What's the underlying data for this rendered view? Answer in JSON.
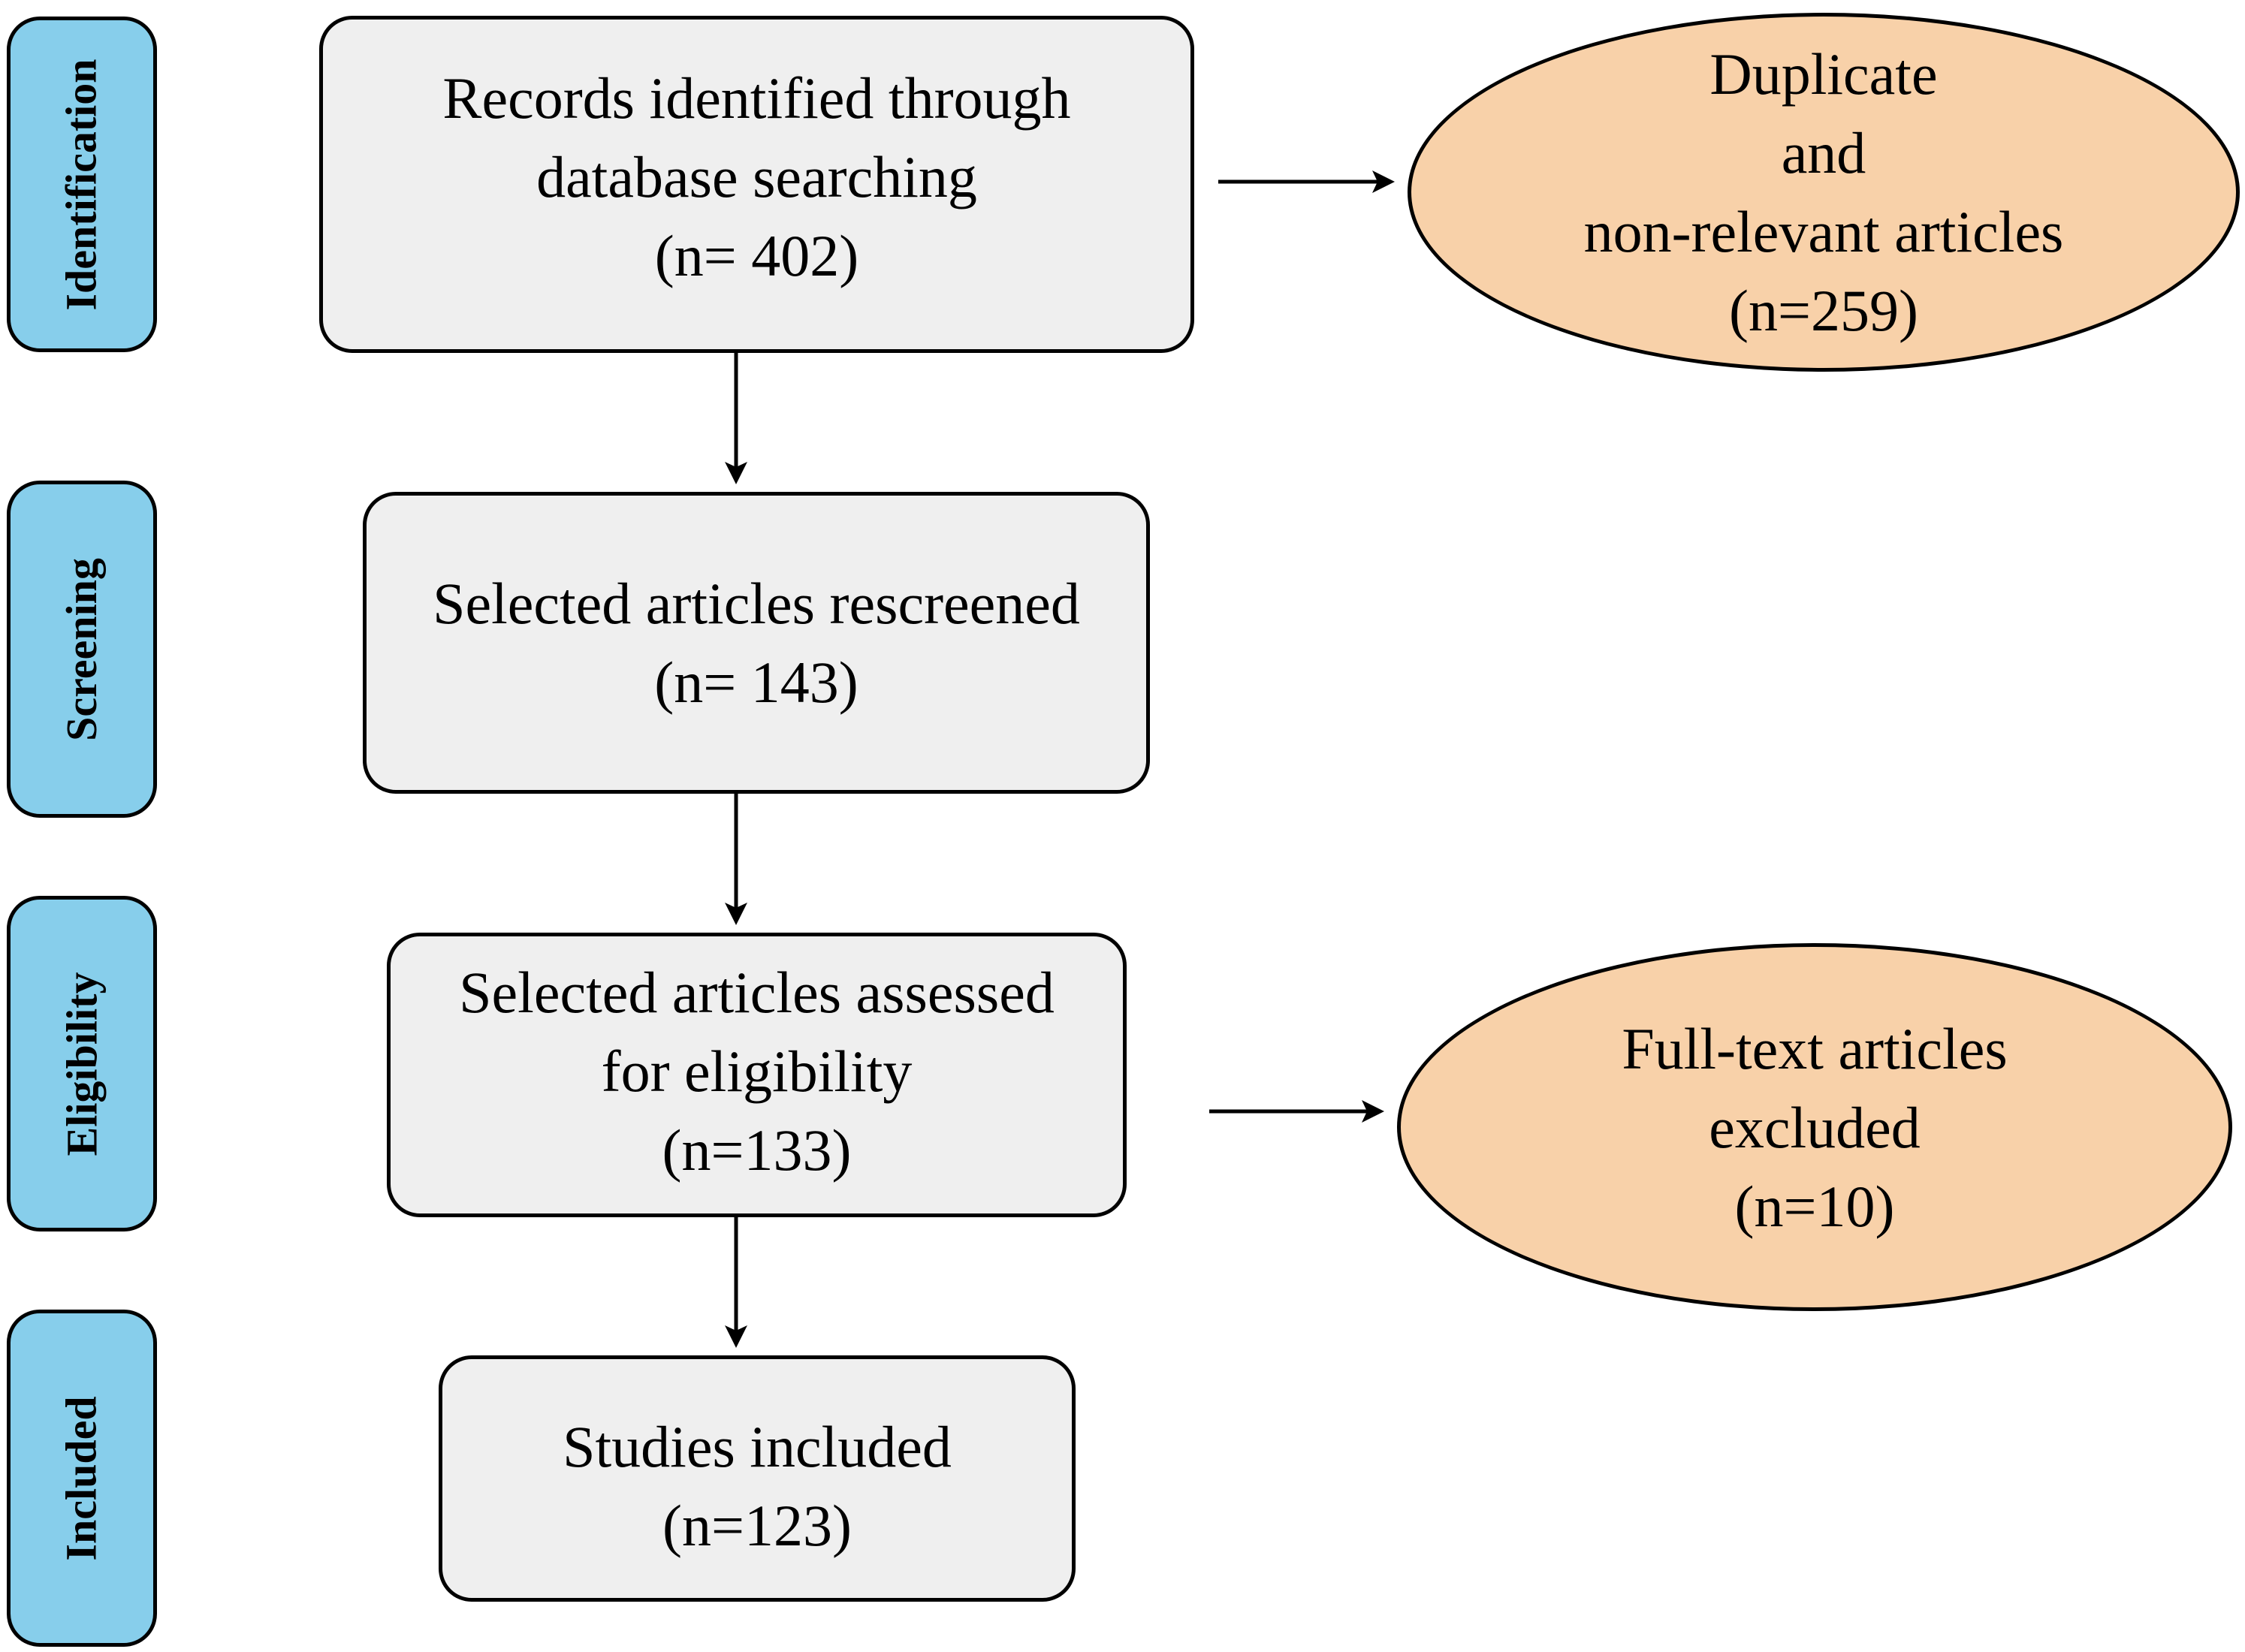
{
  "colors": {
    "stage_fill": "#87ceeb",
    "box_fill": "#efefef",
    "exclusion_fill": "#f8d1a9",
    "border": "#000000"
  },
  "stages": [
    {
      "label": "Identification"
    },
    {
      "label": "Screening"
    },
    {
      "label": "Eligibility"
    },
    {
      "label": "Included"
    }
  ],
  "boxes": {
    "records": {
      "lines": [
        "Records identified through",
        "database searching",
        "(n= 402)"
      ]
    },
    "rescreened": {
      "lines": [
        "Selected articles rescreened",
        "(n= 143)"
      ]
    },
    "eligibility": {
      "lines": [
        "Selected articles assessed",
        "for eligibility",
        "(n=133)"
      ]
    },
    "included": {
      "lines": [
        "Studies included",
        "(n=123)"
      ]
    }
  },
  "exclusions": {
    "duplicate": {
      "lines": [
        "Duplicate",
        "and",
        "non-relevant articles",
        "(n=259)"
      ]
    },
    "fulltext": {
      "lines": [
        "Full-text articles",
        "excluded",
        "(n=10)"
      ]
    }
  }
}
